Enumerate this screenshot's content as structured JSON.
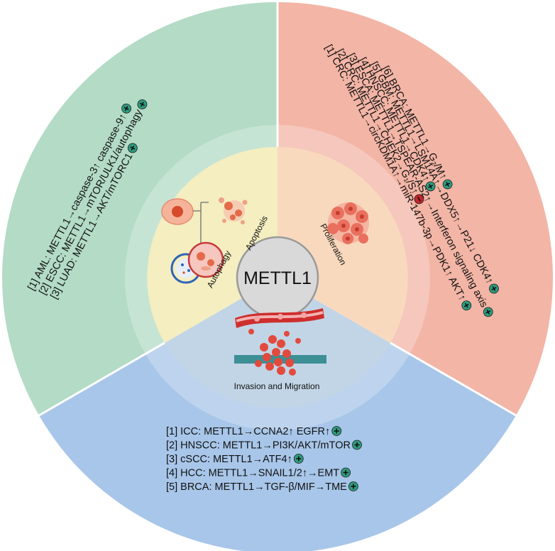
{
  "center": {
    "title": "METTL1"
  },
  "sectors": {
    "cell_death": {
      "labels": {
        "apoptosis": "Apoptosis",
        "autophagy": "Autophagy"
      },
      "items": [
        {
          "index": "[1]",
          "text": "AML: METTL1→caspase-3↑ caspase-9↑",
          "effect": "promote"
        },
        {
          "index": "[2]",
          "text": "ESCC: METTL1→mTOR/ULK1/autophagy",
          "effect": "promote"
        },
        {
          "index": "[3]",
          "text": "LUAD: METTL1→AKT/mTORC1",
          "effect": "promote"
        }
      ]
    },
    "proliferation": {
      "label": "Proliferation",
      "items": [
        {
          "index": "[1]",
          "text": "CRC: METTL1→circKDM1A↑→miR-147b-3p→PDK1↑ AKT↑",
          "effect": "promote"
        },
        {
          "index": "[2]",
          "text": "CRC: METTL1→CHEK2→G₁/S↑",
          "effect": "inhibit"
        },
        {
          "index": "[3]",
          "text": "ESCA: METTL1→TSPEAR-AS2↑→Interferon signaling axis",
          "effect": "promote"
        },
        {
          "index": "[4]",
          "text": "HNSCC: METTL1→CDK4↑",
          "effect": "promote"
        },
        {
          "index": "[5]",
          "text": "GBM: METTL1→LSM14A↑→DDX5↑→P21↓ CDK4↑",
          "effect": "promote"
        },
        {
          "index": "[6]",
          "text": "BRCA: METTL1→G₂/M↑",
          "effect": "promote"
        }
      ]
    },
    "invasion": {
      "label": "Invasion and Migration",
      "items": [
        {
          "index": "[1]",
          "text": "ICC: METTL1→CCNA2↑ EGFR↑",
          "effect": "promote"
        },
        {
          "index": "[2]",
          "text": "HNSCC: METTL1→PI3K/AKT/mTOR",
          "effect": "promote"
        },
        {
          "index": "[3]",
          "text": "cSCC: METTL1→ATF4↑",
          "effect": "promote"
        },
        {
          "index": "[4]",
          "text": "HCC: METTL1→SNAIL1/2↑→EMT",
          "effect": "promote"
        },
        {
          "index": "[5]",
          "text": "BRCA: METTL1→TGF-β/MIF→TME",
          "effect": "promote"
        }
      ]
    }
  },
  "icons": {
    "promote": "plus-circle-icon",
    "inhibit": "minus-circle-icon"
  },
  "colors": {
    "green_sector": "#b3dbc6",
    "pink_sector": "#f3b5a6",
    "blue_sector": "#a8c6e9",
    "inner_left": "#f4eec0",
    "inner_right": "#f9d9bd",
    "inner_bottom": "#c2d5e6",
    "center_circle": "#d9d9d9",
    "plus_badge": "#2f9b7d",
    "minus_badge": "#c3262d"
  }
}
